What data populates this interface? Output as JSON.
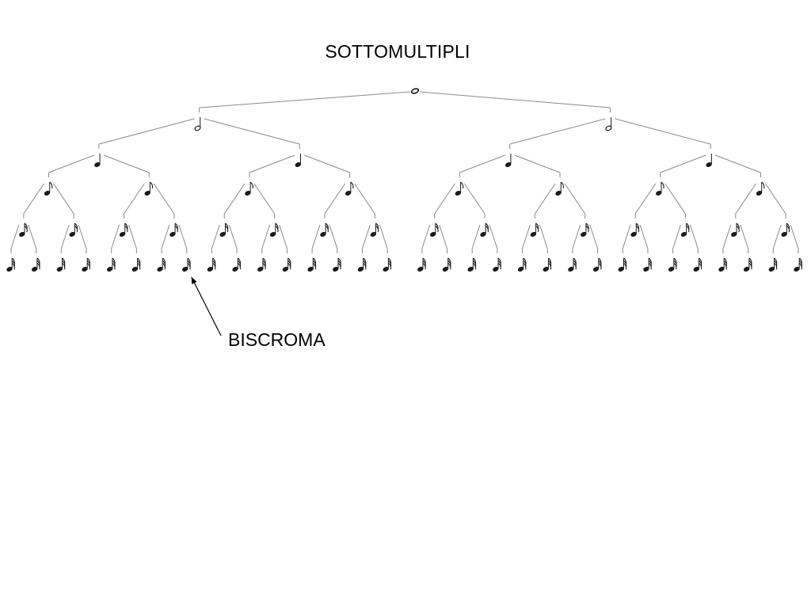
{
  "slide": {
    "title": "SOTTOMULTIPLI",
    "callout_label": "BISCROMA"
  },
  "tree": {
    "levels": [
      {
        "note": "semibreve-icon",
        "count": 1
      },
      {
        "note": "minim-icon",
        "count": 2
      },
      {
        "note": "crotchet-icon",
        "count": 4
      },
      {
        "note": "quaver-icon",
        "count": 8
      },
      {
        "note": "semiquaver-icon",
        "count": 16
      },
      {
        "note": "demisemiquaver-icon",
        "count": 32
      }
    ],
    "callout_target_level": 5,
    "callout_target_index": 7
  },
  "colors": {
    "line": "#8a8a8a",
    "note": "#1a1a1a",
    "text": "#000000"
  }
}
